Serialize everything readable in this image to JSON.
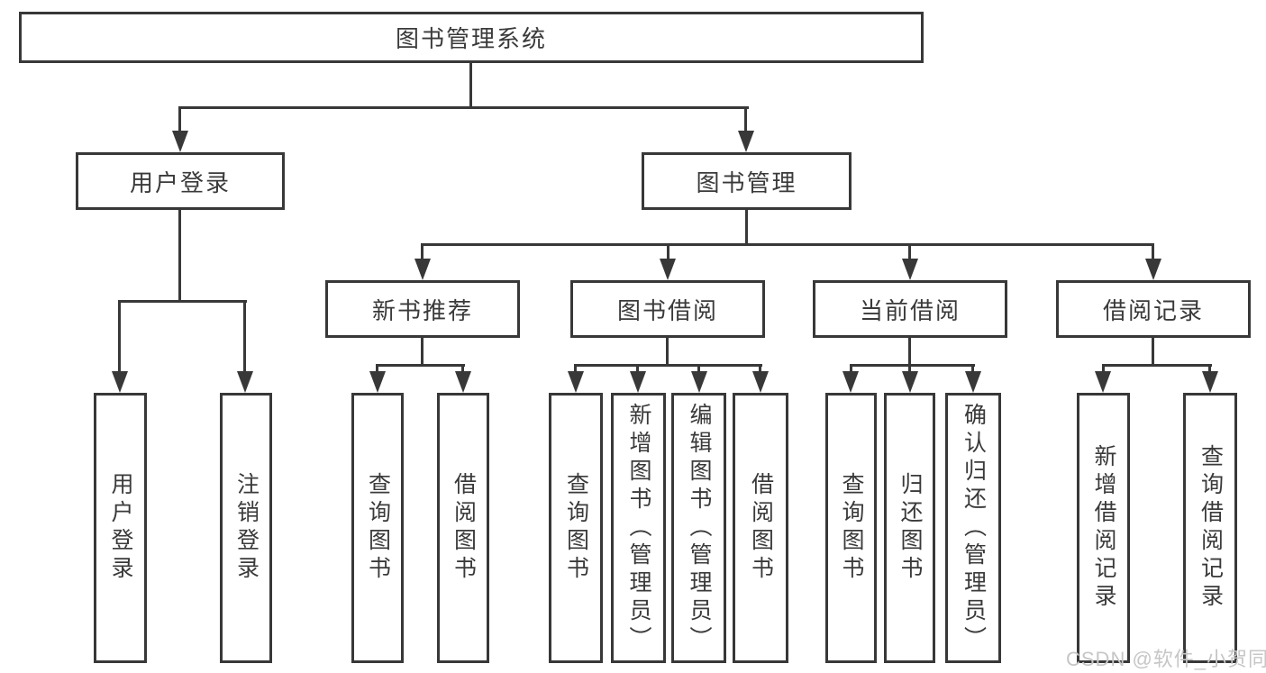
{
  "diagram": {
    "root": {
      "label": "图书管理系统",
      "children": [
        {
          "label": "用户登录",
          "children": [
            {
              "label": "用户登录"
            },
            {
              "label": "注销登录"
            }
          ]
        },
        {
          "label": "图书管理",
          "children": [
            {
              "label": "新书推荐",
              "children": [
                {
                  "label": "查询图书"
                },
                {
                  "label": "借阅图书"
                }
              ]
            },
            {
              "label": "图书借阅",
              "children": [
                {
                  "label": "查询图书"
                },
                {
                  "label": "新增图书（管理员）"
                },
                {
                  "label": "编辑图书（管理员）"
                },
                {
                  "label": "借阅图书"
                }
              ]
            },
            {
              "label": "当前借阅",
              "children": [
                {
                  "label": "查询图书"
                },
                {
                  "label": "归还图书"
                },
                {
                  "label": "确认归还（管理员）"
                }
              ]
            },
            {
              "label": "借阅记录",
              "children": [
                {
                  "label": "新增借阅记录"
                },
                {
                  "label": "查询借阅记录"
                }
              ]
            }
          ]
        }
      ]
    }
  },
  "watermark": {
    "text": "CSDN @软件_小贺同学"
  },
  "colors": {
    "line": "#383838",
    "text": "#3a3a3a",
    "box_background": "#ffffff",
    "page_background": "#ffffff",
    "watermark": "#c6c6c6"
  }
}
